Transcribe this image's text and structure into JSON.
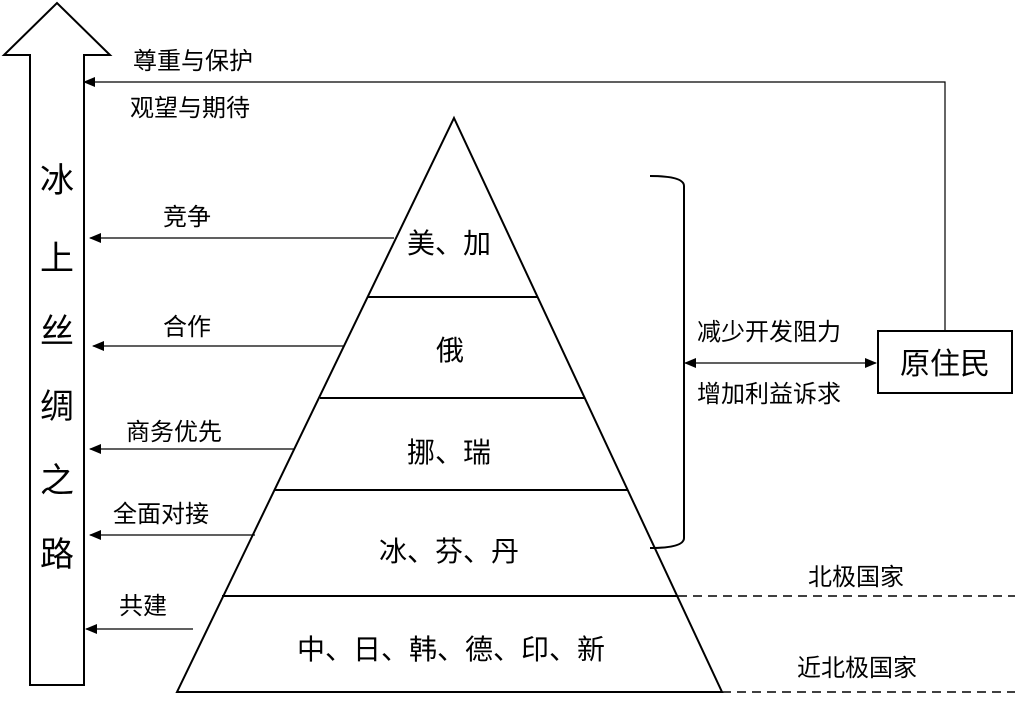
{
  "vertical_arrow": {
    "label_chars": [
      "冰",
      "上",
      "丝",
      "绸",
      "之",
      "路"
    ]
  },
  "top_labels": {
    "respect": "尊重与保护",
    "observe": "观望与期待"
  },
  "pyramid": {
    "tiers": [
      {
        "countries": "美、加",
        "relation": "竞争"
      },
      {
        "countries": "俄",
        "relation": "合作"
      },
      {
        "countries": "挪、瑞",
        "relation": "商务优先"
      },
      {
        "countries": "冰、芬、丹",
        "relation": "全面对接"
      },
      {
        "countries": "中、日、韩、德、印、新",
        "relation": "共建"
      }
    ]
  },
  "right_side": {
    "bracket_label_top": "减少开发阻力",
    "bracket_label_bottom": "增加利益诉求",
    "box_label": "原住民",
    "arctic_label": "北极国家",
    "near_arctic_label": "近北极国家"
  }
}
